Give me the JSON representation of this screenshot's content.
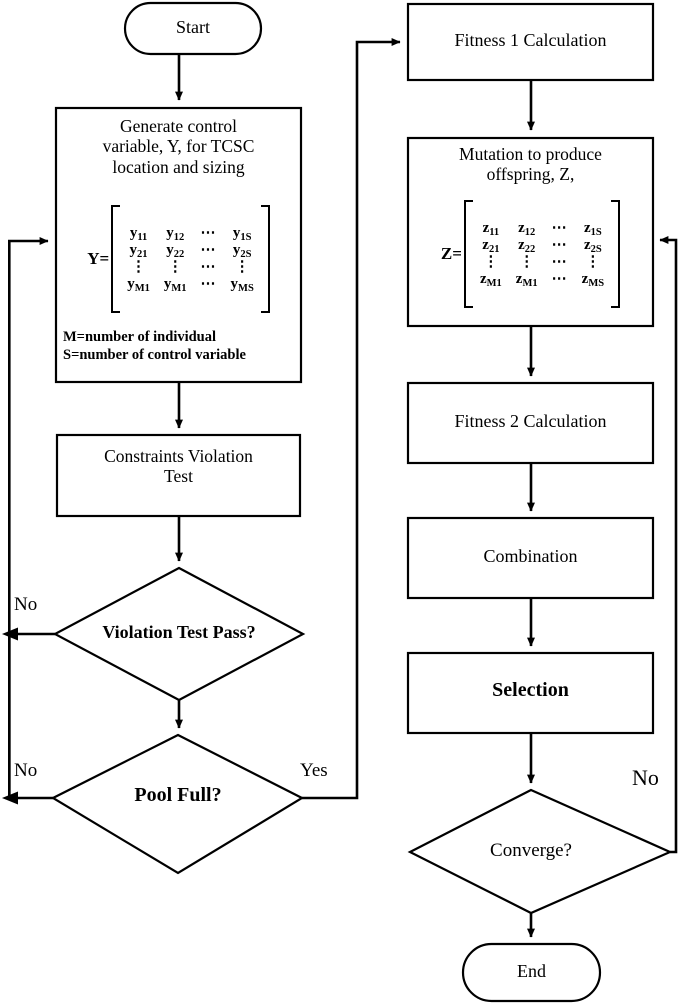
{
  "diagram": {
    "type": "flowchart",
    "title": "TCSC location and sizing evolutionary algorithm flowchart",
    "nodes": {
      "start": {
        "label": "Start",
        "shape": "terminator"
      },
      "generate": {
        "label": "Generate control\nvariable, Y,  for TCSC\nlocation and sizing",
        "shape": "process",
        "matrix_name": "Y=",
        "legend": "M=number of individual\nS=number of control variable"
      },
      "constraints": {
        "label": "Constraints Violation\nTest",
        "shape": "process"
      },
      "violation_test": {
        "label": "Violation Test Pass?",
        "shape": "decision"
      },
      "pool_full": {
        "label": "Pool Full?",
        "shape": "decision"
      },
      "fitness1": {
        "label": "Fitness 1 Calculation",
        "shape": "process"
      },
      "mutation": {
        "label": "Mutation to produce\noffspring, Z,",
        "shape": "process",
        "matrix_name": "Z="
      },
      "fitness2": {
        "label": "Fitness 2 Calculation",
        "shape": "process"
      },
      "combination": {
        "label": "Combination",
        "shape": "process"
      },
      "selection": {
        "label": "Selection",
        "shape": "process"
      },
      "converge": {
        "label": "Converge?",
        "shape": "decision"
      },
      "end": {
        "label": "End",
        "shape": "terminator"
      }
    },
    "edge_labels": {
      "violation_no": "No",
      "pool_no": "No",
      "pool_yes": "Yes",
      "converge_no": "No"
    },
    "matrices": {
      "Y": {
        "name": "Y",
        "rows": [
          [
            "y11",
            "y12",
            "⋯",
            "y1S"
          ],
          [
            "y21",
            "y22",
            "⋯",
            "y2S"
          ],
          [
            "⋮",
            "⋮",
            "⋯",
            "⋮"
          ],
          [
            "yM1",
            "yM1",
            "⋯",
            "yMS"
          ]
        ],
        "cells": [
          [
            {
              "base": "y",
              "sub": "11"
            },
            {
              "base": "y",
              "sub": "12"
            },
            {
              "base": "⋯",
              "sub": ""
            },
            {
              "base": "y",
              "sub": "1S"
            }
          ],
          [
            {
              "base": "y",
              "sub": "21"
            },
            {
              "base": "y",
              "sub": "22"
            },
            {
              "base": "⋯",
              "sub": ""
            },
            {
              "base": "y",
              "sub": "2S"
            }
          ],
          [
            {
              "base": "⋮",
              "sub": ""
            },
            {
              "base": "⋮",
              "sub": ""
            },
            {
              "base": "⋯",
              "sub": ""
            },
            {
              "base": "⋮",
              "sub": ""
            }
          ],
          [
            {
              "base": "y",
              "sub": "M1"
            },
            {
              "base": "y",
              "sub": "M1"
            },
            {
              "base": "⋯",
              "sub": ""
            },
            {
              "base": "y",
              "sub": "MS"
            }
          ]
        ]
      },
      "Z": {
        "name": "Z",
        "rows": [
          [
            "z11",
            "z12",
            "⋯",
            "z1S"
          ],
          [
            "z21",
            "z22",
            "⋯",
            "z2S"
          ],
          [
            "⋮",
            "⋮",
            "⋯",
            "⋮"
          ],
          [
            "zM1",
            "zM1",
            "⋯",
            "zMS"
          ]
        ],
        "cells": [
          [
            {
              "base": "z",
              "sub": "11"
            },
            {
              "base": "z",
              "sub": "12"
            },
            {
              "base": "⋯",
              "sub": ""
            },
            {
              "base": "z",
              "sub": "1S"
            }
          ],
          [
            {
              "base": "z",
              "sub": "21"
            },
            {
              "base": "z",
              "sub": "22"
            },
            {
              "base": "⋯",
              "sub": ""
            },
            {
              "base": "z",
              "sub": "2S"
            }
          ],
          [
            {
              "base": "⋮",
              "sub": ""
            },
            {
              "base": "⋮",
              "sub": ""
            },
            {
              "base": "⋯",
              "sub": ""
            },
            {
              "base": "⋮",
              "sub": ""
            }
          ],
          [
            {
              "base": "z",
              "sub": "M1"
            },
            {
              "base": "z",
              "sub": "M1"
            },
            {
              "base": "⋯",
              "sub": ""
            },
            {
              "base": "z",
              "sub": "MS"
            }
          ]
        ]
      }
    },
    "colors": {
      "stroke": "#000000",
      "fill": "#ffffff",
      "background": "#ffffff"
    }
  }
}
